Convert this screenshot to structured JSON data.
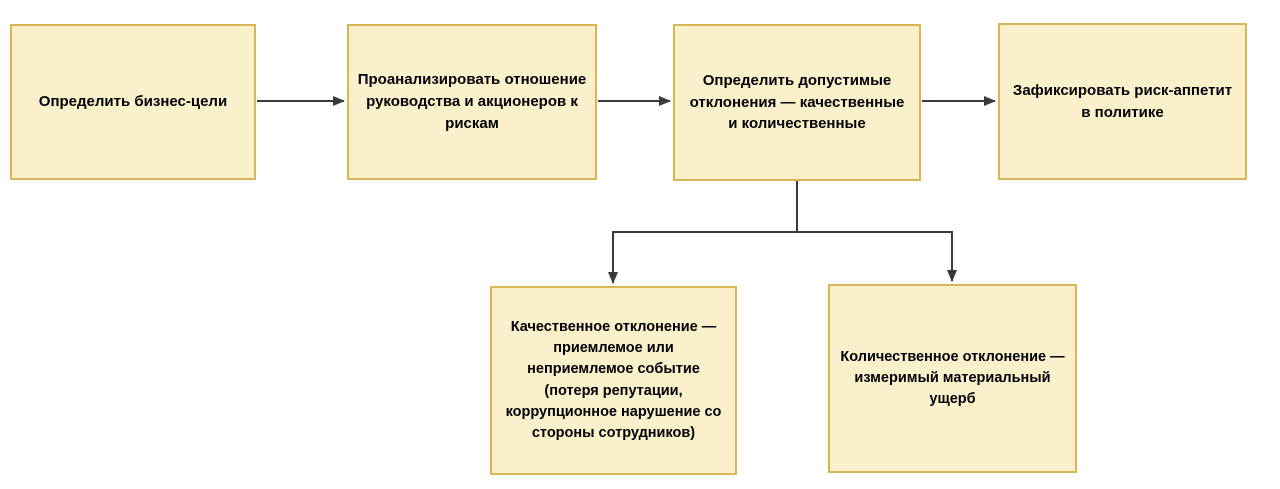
{
  "diagram_title": "Risk appetite definition flowchart",
  "style": {
    "node_fill": "#FBF0CC",
    "node_border": "#D6B656",
    "connector_color": "#3A3A3A",
    "text_color": "#000000",
    "canvas_bg": "#FFFFFF"
  },
  "nodes": [
    {
      "id": "define-business-goals",
      "label": "Определить бизнес-цели"
    },
    {
      "id": "analyze-management-attitude",
      "label": "Проанализировать отношение руководства и акционеров к рискам"
    },
    {
      "id": "define-acceptable-deviations",
      "label": "Определить допустимые отклонения — качественные и количественные"
    },
    {
      "id": "fix-risk-appetite-policy",
      "label": "Зафиксировать риск-аппетит в политике"
    },
    {
      "id": "qualitative-deviation",
      "label": "Качественное отклонение — приемлемое или неприемлемое событие (потеря репутации, коррупционное нарушение со стороны сотрудников)"
    },
    {
      "id": "quantitative-deviation",
      "label": "Количественное отклонение — измеримый материальный ущерб"
    }
  ],
  "connections": [
    {
      "from": "define-business-goals",
      "to": "analyze-management-attitude",
      "arrow": true
    },
    {
      "from": "analyze-management-attitude",
      "to": "define-acceptable-deviations",
      "arrow": true
    },
    {
      "from": "define-acceptable-deviations",
      "to": "fix-risk-appetite-policy",
      "arrow": true
    },
    {
      "from": "define-acceptable-deviations",
      "to": "qualitative-deviation",
      "arrow": true
    },
    {
      "from": "define-acceptable-deviations",
      "to": "quantitative-deviation",
      "arrow": true
    }
  ]
}
